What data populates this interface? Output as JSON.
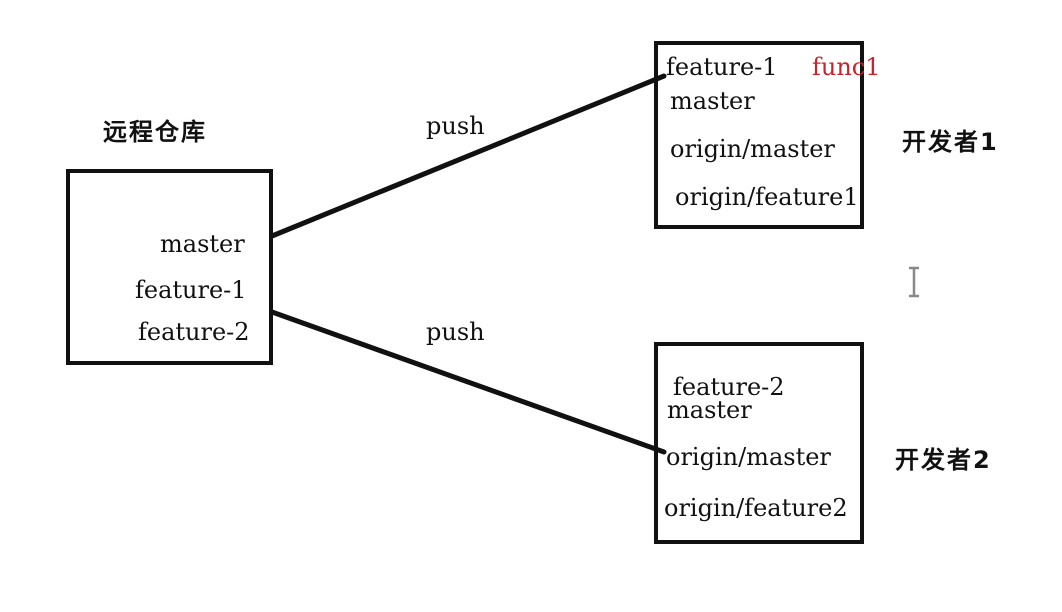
{
  "remote": {
    "title": "远程仓库",
    "branches": [
      "master",
      "feature-1",
      "feature-2"
    ]
  },
  "dev1": {
    "name": "开发者1",
    "lines": [
      "feature-1",
      "func1",
      "master",
      "origin/master",
      "origin/feature1"
    ]
  },
  "dev2": {
    "name": "开发者2",
    "lines": [
      "feature-2",
      "master",
      "origin/master",
      "origin/feature2"
    ]
  },
  "arrows": {
    "top_label": "push",
    "bottom_label": "push"
  },
  "colors": {
    "line": "#111111",
    "highlight": "#c8232c"
  }
}
